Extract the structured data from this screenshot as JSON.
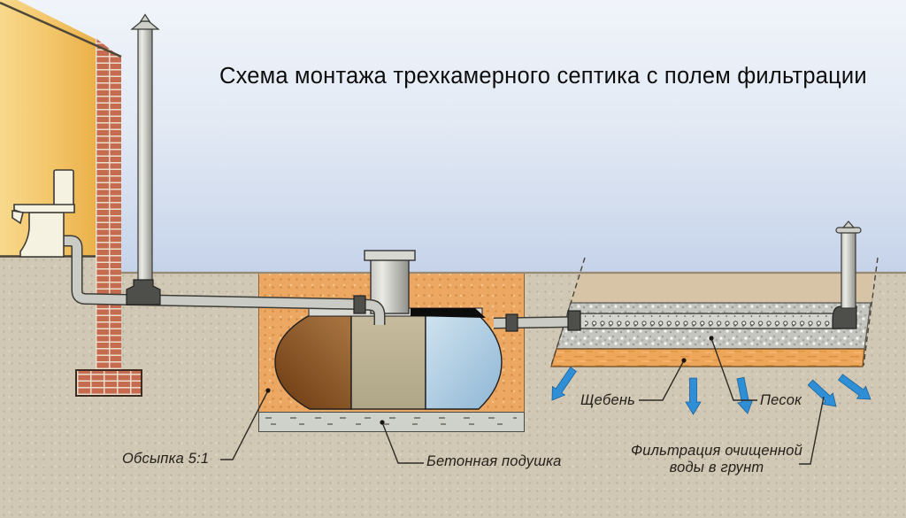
{
  "title": "Схема монтажа трехкамерного септика с полем фильтрации",
  "labels": {
    "backfill": "Обсыпка 5:1",
    "concrete_pad": "Бетонная подушка",
    "gravel": "Щебень",
    "sand": "Песок",
    "filtration_line1": "Фильтрация очищенной",
    "filtration_line2": "воды в грунт"
  },
  "colors": {
    "sky_top": "#f0f4fa",
    "sky_bottom": "#bfcee7",
    "ground": "#d0c7b5",
    "trench_backfill_soil": "#d7c3a6",
    "excavation_backfill": "#eca763",
    "concrete_pad": "#cfd2ca",
    "gravel_layer": "#c6c6c0",
    "sand_layer": "#eea65a",
    "house_wall": "#f3c568",
    "brick": "#c66b50",
    "pipe": "#cbcbc5",
    "dark_fitting": "#4e4e4a",
    "tank_chamber_inlet": "#8a5526",
    "tank_chamber_middle": "#bcb49a",
    "tank_chamber_outlet": "#a8cbe2",
    "tank_top_seal": "#0c0c0c",
    "water_arrow": "#2e8fd6",
    "label_text": "#231f19"
  }
}
